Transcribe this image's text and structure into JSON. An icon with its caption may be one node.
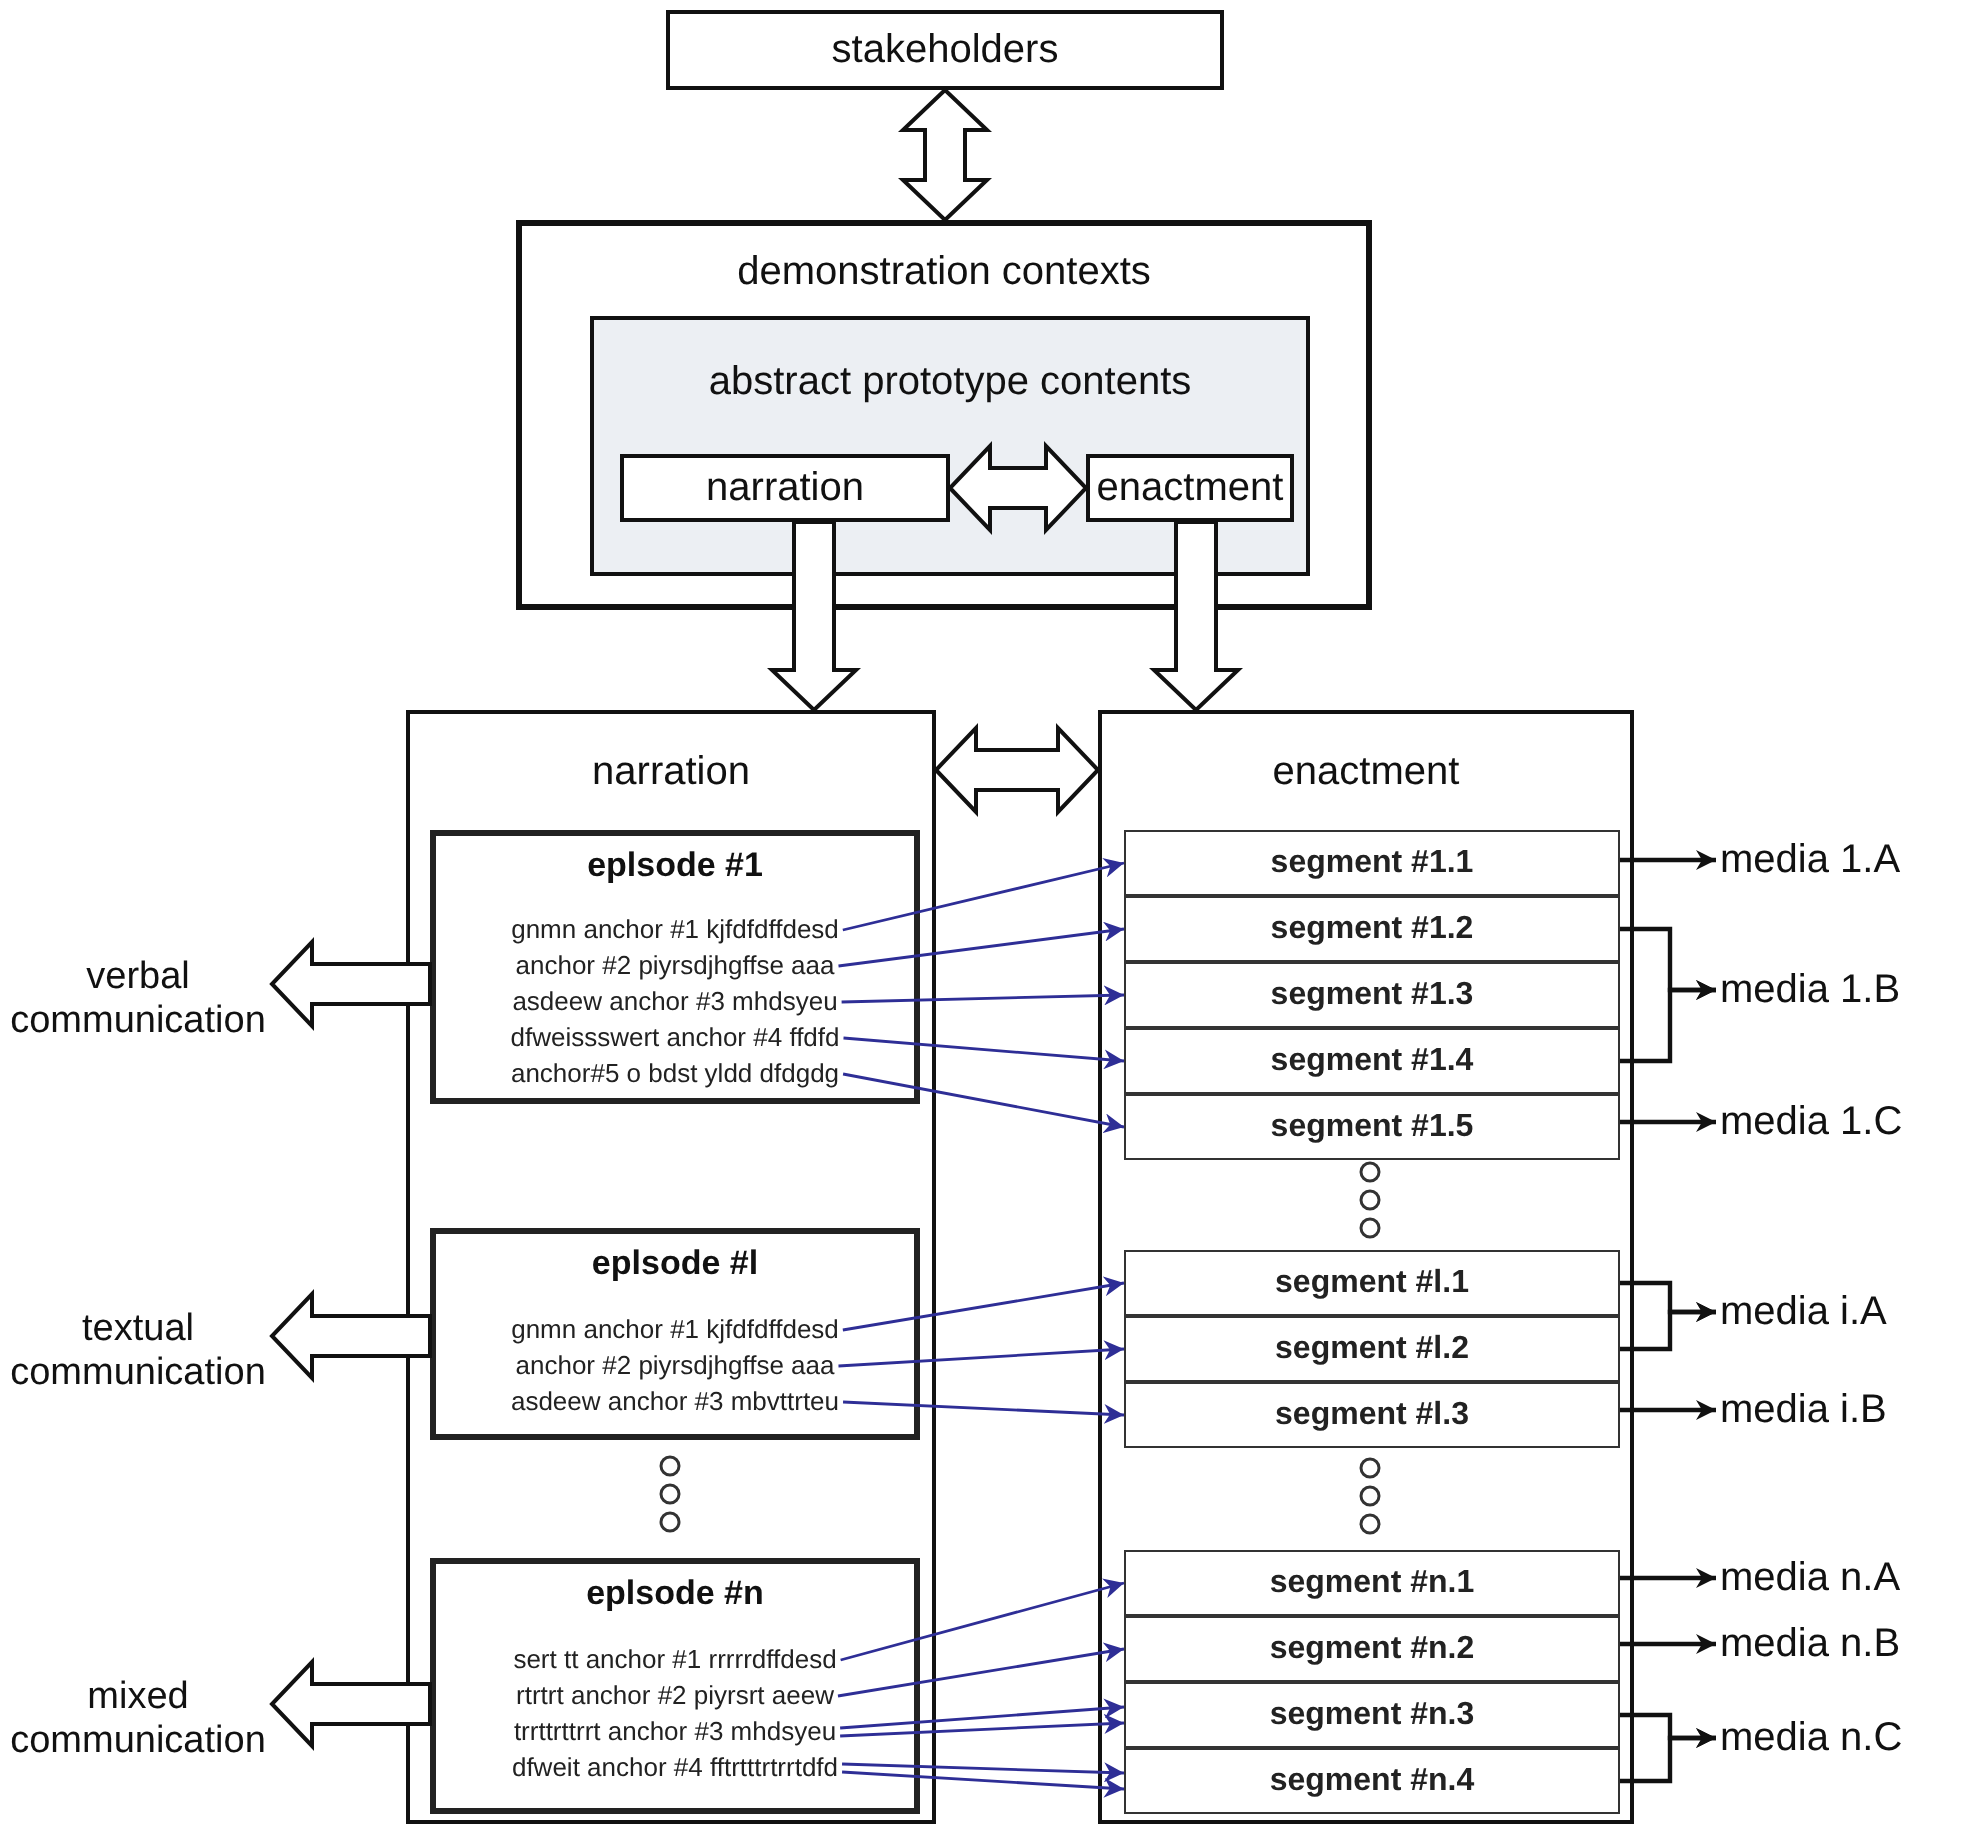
{
  "diagram": {
    "nodes": [
      {
        "text": [
          "stakeholders"
        ]
      },
      {
        "text": [
          "demonstration contexts"
        ]
      },
      {
        "text": [
          "abstract prototype contents"
        ],
        "in": 1
      },
      {
        "text": [
          "narration"
        ],
        "in": 2
      },
      {
        "text": [
          "enactment"
        ],
        "in": 2
      },
      {
        "text": [
          "narration"
        ]
      },
      {
        "text": [
          "enactment"
        ]
      },
      {
        "text": [
          "verbal communication"
        ]
      },
      {
        "text": [
          "eplsode #1"
        ],
        "in": 5
      },
      {
        "text": [
          "gnmn anchor #1 kjfdfdffdesd"
        ],
        "in": 8
      },
      {
        "text": [
          "anchor #2 piyrsdjhgffse aaa"
        ],
        "in": 8
      },
      {
        "text": [
          "asdeew anchor #3 mhdsyeu"
        ],
        "in": 8
      },
      {
        "text": [
          "dfweissswert anchor #4 ffdfd"
        ],
        "in": 8
      },
      {
        "text": [
          "anchor#5 o bdst yldd dfdgdg"
        ],
        "in": 8
      },
      {
        "text": [
          "textual communication"
        ]
      },
      {
        "text": [
          "eplsode #l"
        ],
        "in": 5
      },
      {
        "text": [
          "gnmn anchor #1 kjfdfdffdesd"
        ],
        "in": 15
      },
      {
        "text": [
          "anchor #2 piyrsdjhgffse aaa"
        ],
        "in": 15
      },
      {
        "text": [
          "asdeew anchor #3 mbvttrteu"
        ],
        "in": 15
      },
      {
        "text": [
          "mixed communication"
        ]
      },
      {
        "text": [
          "eplsode #n"
        ],
        "in": 5
      },
      {
        "text": [
          "sert tt anchor #1 rrrrrdffdesd"
        ],
        "in": 20
      },
      {
        "text": [
          "rtrtrt anchor #2 piyrsrt aeew"
        ],
        "in": 20
      },
      {
        "text": [
          "trrttrttrrt anchor #3 mhdsyeu"
        ],
        "in": 20
      },
      {
        "text": [
          "dfweit anchor #4 fftrtttrtrrtdfd"
        ],
        "in": 20
      },
      {
        "text": [
          "segment #1.1"
        ],
        "in": 6
      },
      {
        "text": [
          "segment #1.2"
        ],
        "in": 6
      },
      {
        "text": [
          "segment #1.3"
        ],
        "in": 6
      },
      {
        "text": [
          "segment #1.4"
        ],
        "in": 6
      },
      {
        "text": [
          "segment #1.5"
        ],
        "in": 6
      },
      {
        "text": [
          "segment #l.1"
        ],
        "in": 6
      },
      {
        "text": [
          "segment #l.2"
        ],
        "in": 6
      },
      {
        "text": [
          "segment #l.3"
        ],
        "in": 6
      },
      {
        "text": [
          "segment #n.1"
        ],
        "in": 6
      },
      {
        "text": [
          "segment #n.2"
        ],
        "in": 6
      },
      {
        "text": [
          "segment #n.3"
        ],
        "in": 6
      },
      {
        "text": [
          "segment #n.4"
        ],
        "in": 6
      },
      {
        "text": [
          "media 1.A"
        ]
      },
      {
        "text": [
          "media 1.B"
        ]
      },
      {
        "text": [
          "media 1.C"
        ]
      },
      {
        "text": [
          "media i.A"
        ]
      },
      {
        "text": [
          "media i.B"
        ]
      },
      {
        "text": [
          "media n.A"
        ]
      },
      {
        "text": [
          "media n.B"
        ]
      },
      {
        "text": [
          "media n.C"
        ]
      }
    ],
    "edges": [
      {
        "from": 0,
        "to": 1,
        "arrow": "both",
        "style": "thick"
      },
      {
        "from": 3,
        "to": 4,
        "arrow": "both",
        "style": "thick"
      },
      {
        "from": 3,
        "to": 5,
        "arrow": "to",
        "style": "thick"
      },
      {
        "from": 4,
        "to": 6,
        "arrow": "to",
        "style": "thick"
      },
      {
        "from": 5,
        "to": 6,
        "arrow": "both",
        "style": "thick"
      },
      {
        "from": 8,
        "to": 7,
        "arrow": "to",
        "style": "thick"
      },
      {
        "from": 15,
        "to": 14,
        "arrow": "to",
        "style": "thick"
      },
      {
        "from": 20,
        "to": 19,
        "arrow": "to",
        "style": "thick"
      },
      {
        "from": 9,
        "to": 25,
        "arrow": "to",
        "color": "#2e2e96"
      },
      {
        "from": 10,
        "to": 26,
        "arrow": "to",
        "color": "#2e2e96"
      },
      {
        "from": 11,
        "to": 27,
        "arrow": "to",
        "color": "#2e2e96"
      },
      {
        "from": 12,
        "to": 28,
        "arrow": "to",
        "color": "#2e2e96"
      },
      {
        "from": 13,
        "to": 29,
        "arrow": "to",
        "color": "#2e2e96"
      },
      {
        "from": 16,
        "to": 30,
        "arrow": "to",
        "color": "#2e2e96"
      },
      {
        "from": 17,
        "to": 31,
        "arrow": "to",
        "color": "#2e2e96"
      },
      {
        "from": 18,
        "to": 32,
        "arrow": "to",
        "color": "#2e2e96"
      },
      {
        "from": 21,
        "to": 33,
        "arrow": "to",
        "color": "#2e2e96"
      },
      {
        "from": 22,
        "to": 34,
        "arrow": "to",
        "color": "#2e2e96"
      },
      {
        "from": 23,
        "to": 35,
        "arrow": "to",
        "color": "#2e2e96"
      },
      {
        "from": 23,
        "to": 35,
        "arrow": "to",
        "color": "#2e2e96"
      },
      {
        "from": 24,
        "to": 36,
        "arrow": "to",
        "color": "#2e2e96"
      },
      {
        "from": 24,
        "to": 36,
        "arrow": "to",
        "color": "#2e2e96"
      },
      {
        "from": 25,
        "to": 37,
        "arrow": "to",
        "color": "#111111"
      },
      {
        "from": 26,
        "to": 38,
        "arrow": "to",
        "color": "#111111"
      },
      {
        "from": 28,
        "to": 38,
        "arrow": "to",
        "color": "#111111"
      },
      {
        "from": 29,
        "to": 39,
        "arrow": "to",
        "color": "#111111"
      },
      {
        "from": 30,
        "to": 40,
        "arrow": "to",
        "color": "#111111"
      },
      {
        "from": 31,
        "to": 40,
        "arrow": "to",
        "color": "#111111"
      },
      {
        "from": 32,
        "to": 41,
        "arrow": "to",
        "color": "#111111"
      },
      {
        "from": 33,
        "to": 42,
        "arrow": "to",
        "color": "#111111"
      },
      {
        "from": 34,
        "to": 43,
        "arrow": "to",
        "color": "#111111"
      },
      {
        "from": 35,
        "to": 44,
        "arrow": "to",
        "color": "#111111"
      },
      {
        "from": 36,
        "to": 44,
        "arrow": "to",
        "color": "#111111"
      }
    ]
  }
}
